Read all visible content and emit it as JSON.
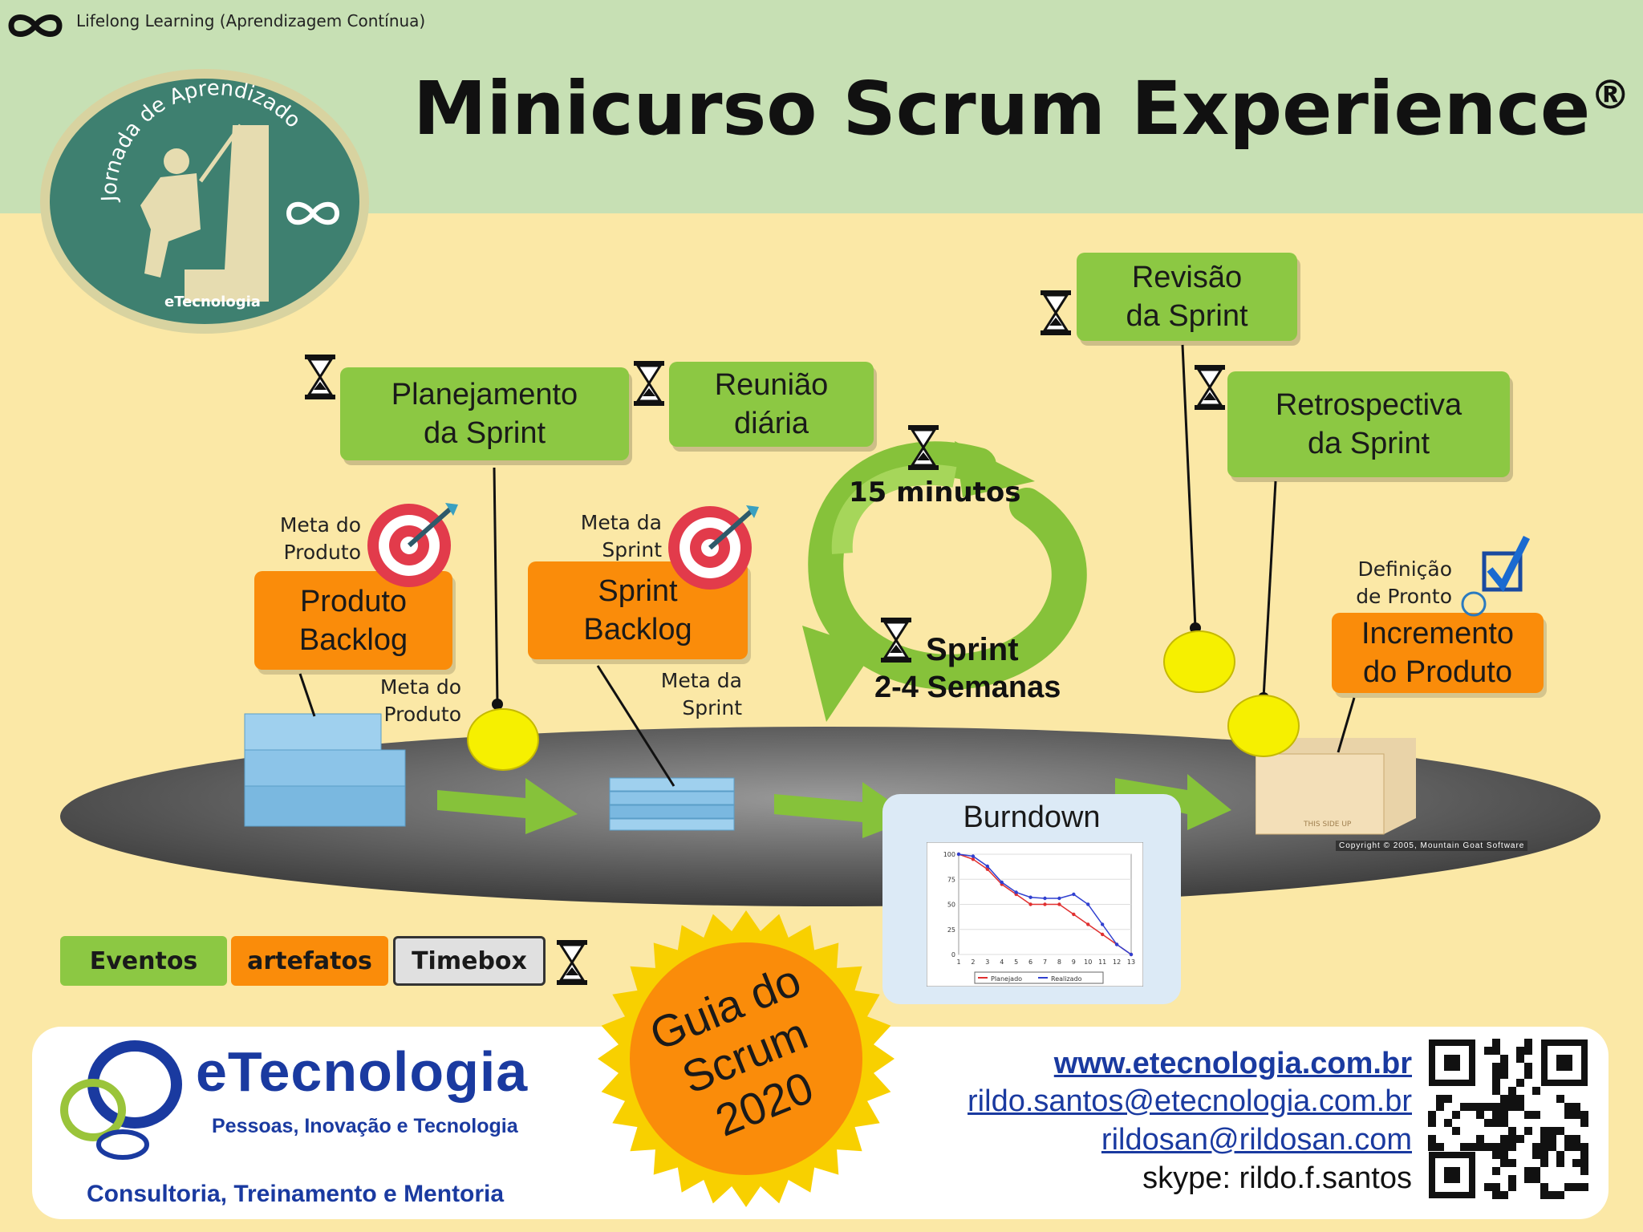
{
  "header": {
    "topline": "Lifelong Learning (Aprendizagem Contínua)",
    "title": "Minicurso Scrum Experience",
    "title_mark": "®",
    "badge_arc_text": "Jornada de Aprendizado",
    "badge_brand": "eTecnologia"
  },
  "events": {
    "planejamento": "Planejamento\nda Sprint",
    "reuniao": "Reunião\ndiária",
    "revisao": "Revisão\nda Sprint",
    "retrospectiva": "Retrospectiva\nda Sprint"
  },
  "artifacts": {
    "produto_backlog": "Produto\nBacklog",
    "sprint_backlog": "Sprint\nBacklog",
    "incremento": "Incremento\ndo Produto"
  },
  "commitments": {
    "meta_produto_top": "Meta do\nProduto",
    "meta_produto_bottom": "Meta do\nProduto",
    "meta_sprint_top": "Meta da\nSprint",
    "meta_sprint_bottom": "Meta da\nSprint",
    "definicao_pronto": "Definição\nde Pronto"
  },
  "cycle": {
    "daily_time": "15 minutos",
    "sprint_label": "Sprint",
    "sprint_duration": "2-4 Semanas"
  },
  "copyright": "Copyright © 2005, Mountain Goat Software",
  "box_print": "THIS SIDE UP",
  "burndown": {
    "title": "Burndown",
    "legend_planned": "Planejado",
    "legend_actual": "Realizado"
  },
  "chart_data": {
    "type": "line",
    "title": "Burndown",
    "x": [
      1,
      2,
      3,
      4,
      5,
      6,
      7,
      8,
      9,
      10,
      11,
      12,
      13
    ],
    "ylim": [
      0,
      100
    ],
    "yticks": [
      0,
      25,
      50,
      75,
      100
    ],
    "series": [
      {
        "name": "Planejado",
        "color": "#e03030",
        "values": [
          100,
          95,
          85,
          70,
          60,
          50,
          50,
          50,
          40,
          30,
          20,
          10,
          0
        ]
      },
      {
        "name": "Realizado",
        "color": "#3040d0",
        "values": [
          100,
          98,
          88,
          72,
          62,
          57,
          56,
          56,
          60,
          50,
          30,
          10,
          0
        ]
      }
    ]
  },
  "legend": {
    "eventos": "Eventos",
    "artefatos": "artefatos",
    "timebox": "Timebox"
  },
  "seal": {
    "line1": "Guia do",
    "line2": "Scrum",
    "line3": "2020"
  },
  "footer": {
    "brand": "eTecnologia",
    "tagline": "Pessoas, Inovação e Tecnologia",
    "services": "Consultoria, Treinamento e Mentoria",
    "website": "www.etecnologia.com.br",
    "email1": "rildo.santos@etecnologia.com.br",
    "email2": "rildosan@rildosan.com",
    "skype": "skype: rildo.f.santos"
  },
  "colors": {
    "events": "#8cc843",
    "artifacts": "#fa8c0a",
    "background": "#fbe8a6",
    "header": "#c7e0b4",
    "footer_blue": "#1a3aa0"
  }
}
